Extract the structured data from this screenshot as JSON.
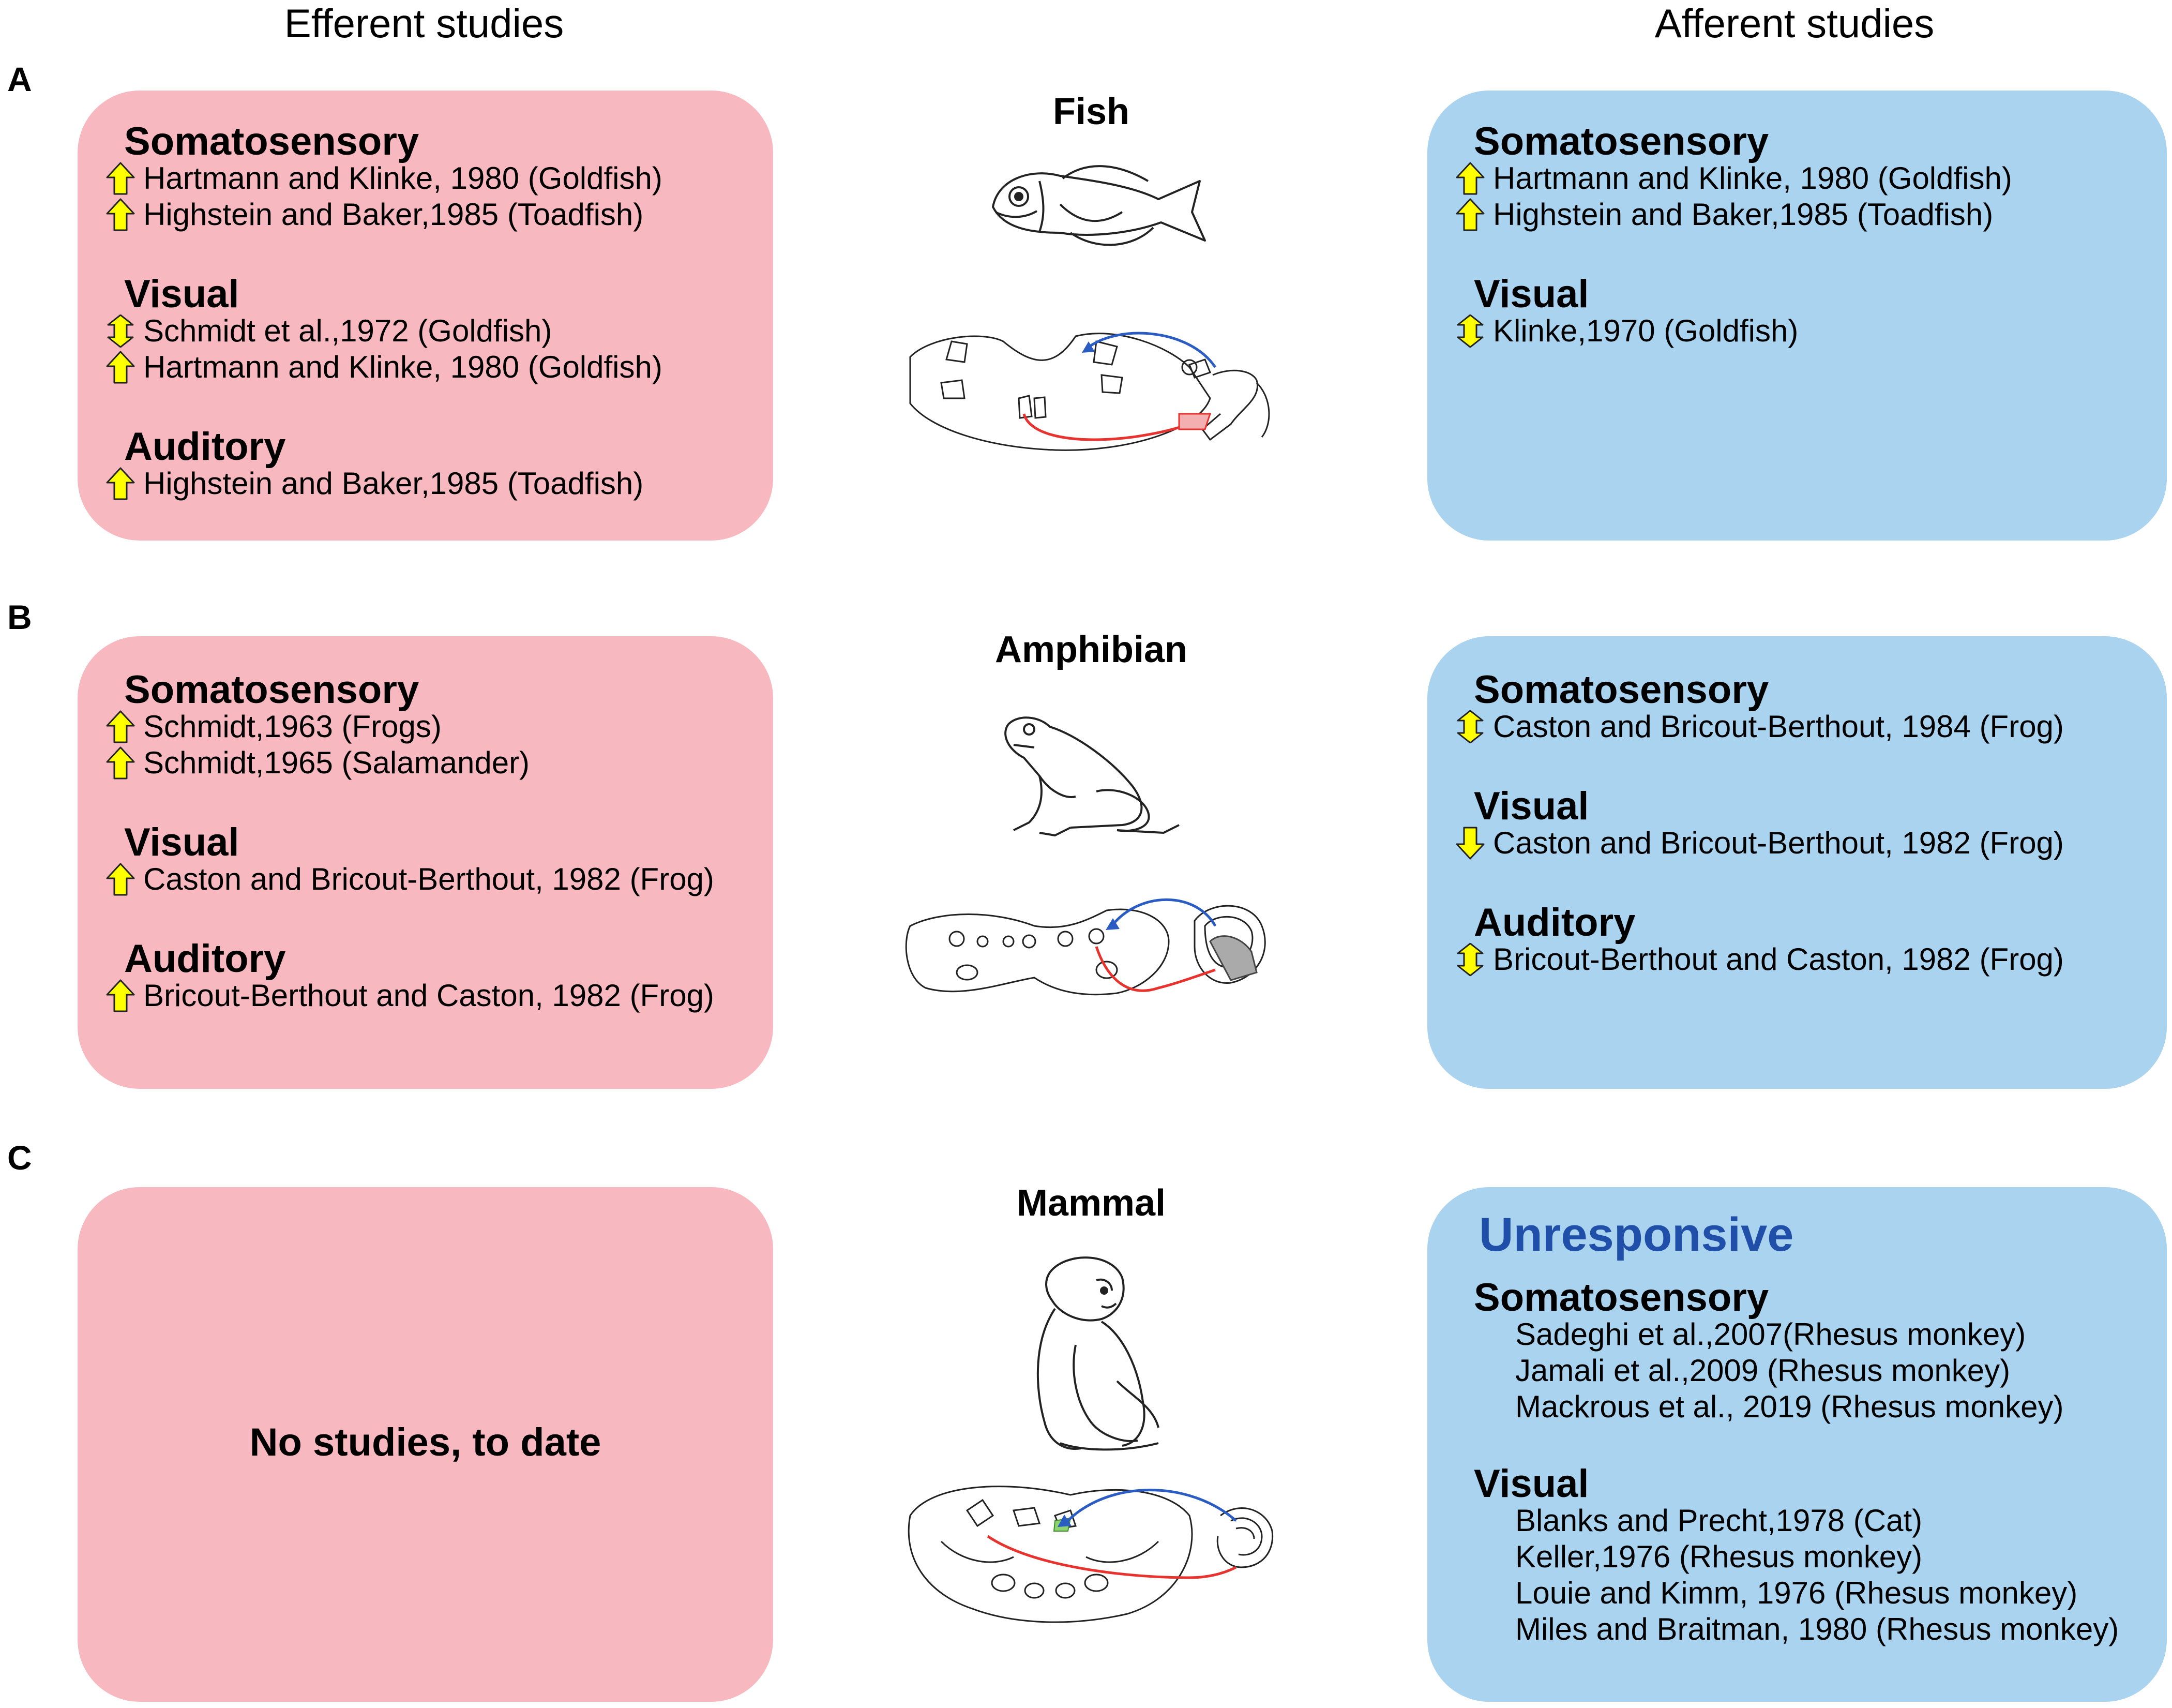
{
  "headers": {
    "efferent": "Efferent studies",
    "afferent": "Afferent studies"
  },
  "panels": {
    "A": {
      "letter": "A",
      "animal": "Fish",
      "efferent": [
        {
          "title": "Somatosensory",
          "refs": [
            {
              "arrow": "up",
              "text": "Hartmann and Klinke, 1980 (Goldfish)"
            },
            {
              "arrow": "up",
              "text": "Highstein and Baker,1985 (Toadfish)"
            }
          ]
        },
        {
          "title": "Visual",
          "refs": [
            {
              "arrow": "both",
              "text": "Schmidt et al.,1972 (Goldfish)"
            },
            {
              "arrow": "up",
              "text": "Hartmann and Klinke, 1980 (Goldfish)"
            }
          ]
        },
        {
          "title": "Auditory",
          "refs": [
            {
              "arrow": "up",
              "text": "Highstein and Baker,1985 (Toadfish)"
            }
          ]
        }
      ],
      "afferent": [
        {
          "title": "Somatosensory",
          "refs": [
            {
              "arrow": "up",
              "text": "Hartmann and Klinke, 1980 (Goldfish)"
            },
            {
              "arrow": "up",
              "text": "Highstein and Baker,1985 (Toadfish)"
            }
          ]
        },
        {
          "title": "Visual",
          "refs": [
            {
              "arrow": "both",
              "text": "Klinke,1970 (Goldfish)"
            }
          ]
        }
      ]
    },
    "B": {
      "letter": "B",
      "animal": "Amphibian",
      "efferent": [
        {
          "title": "Somatosensory",
          "refs": [
            {
              "arrow": "up",
              "text": "Schmidt,1963 (Frogs)"
            },
            {
              "arrow": "up",
              "text": "Schmidt,1965 (Salamander)"
            }
          ]
        },
        {
          "title": "Visual",
          "refs": [
            {
              "arrow": "up",
              "text": "Caston and Bricout-Berthout, 1982 (Frog)"
            }
          ]
        },
        {
          "title": "Auditory",
          "refs": [
            {
              "arrow": "up",
              "text": "Bricout-Berthout and Caston, 1982 (Frog)"
            }
          ]
        }
      ],
      "afferent": [
        {
          "title": "Somatosensory",
          "refs": [
            {
              "arrow": "both",
              "text": "Caston and Bricout-Berthout, 1984 (Frog)"
            }
          ]
        },
        {
          "title": "Visual",
          "refs": [
            {
              "arrow": "down",
              "text": "Caston and Bricout-Berthout, 1982 (Frog)"
            }
          ]
        },
        {
          "title": "Auditory",
          "refs": [
            {
              "arrow": "both",
              "text": "Bricout-Berthout and Caston, 1982 (Frog)"
            }
          ]
        }
      ]
    },
    "C": {
      "letter": "C",
      "animal": "Mammal",
      "efferent_note": "No studies, to date",
      "afferent_heading": "Unresponsive",
      "afferent": [
        {
          "title": "Somatosensory",
          "refs": [
            {
              "text": "Sadeghi et al.,2007(Rhesus monkey)"
            },
            {
              "text": "Jamali et al.,2009 (Rhesus monkey)"
            },
            {
              "text": "Mackrous et al., 2019 (Rhesus monkey)"
            }
          ]
        },
        {
          "title": "Visual",
          "refs": [
            {
              "text": "Blanks and Precht,1978 (Cat)"
            },
            {
              "text": "Keller,1976 (Rhesus monkey)"
            },
            {
              "text": "Louie and Kimm, 1976 (Rhesus monkey)"
            },
            {
              "text": "Miles and Braitman, 1980 (Rhesus monkey)"
            }
          ]
        }
      ]
    }
  },
  "colors": {
    "efferent_box": "#f7b9bf",
    "afferent_box": "#a9d3ef",
    "arrow_fill": "#ffff00",
    "efferent_path": "#e8322e",
    "afferent_path": "#2a5cc4",
    "unresponsive": "#1f4fa8"
  },
  "icons": {
    "fish": "fish-icon",
    "frog": "frog-icon",
    "monkey": "monkey-icon"
  }
}
